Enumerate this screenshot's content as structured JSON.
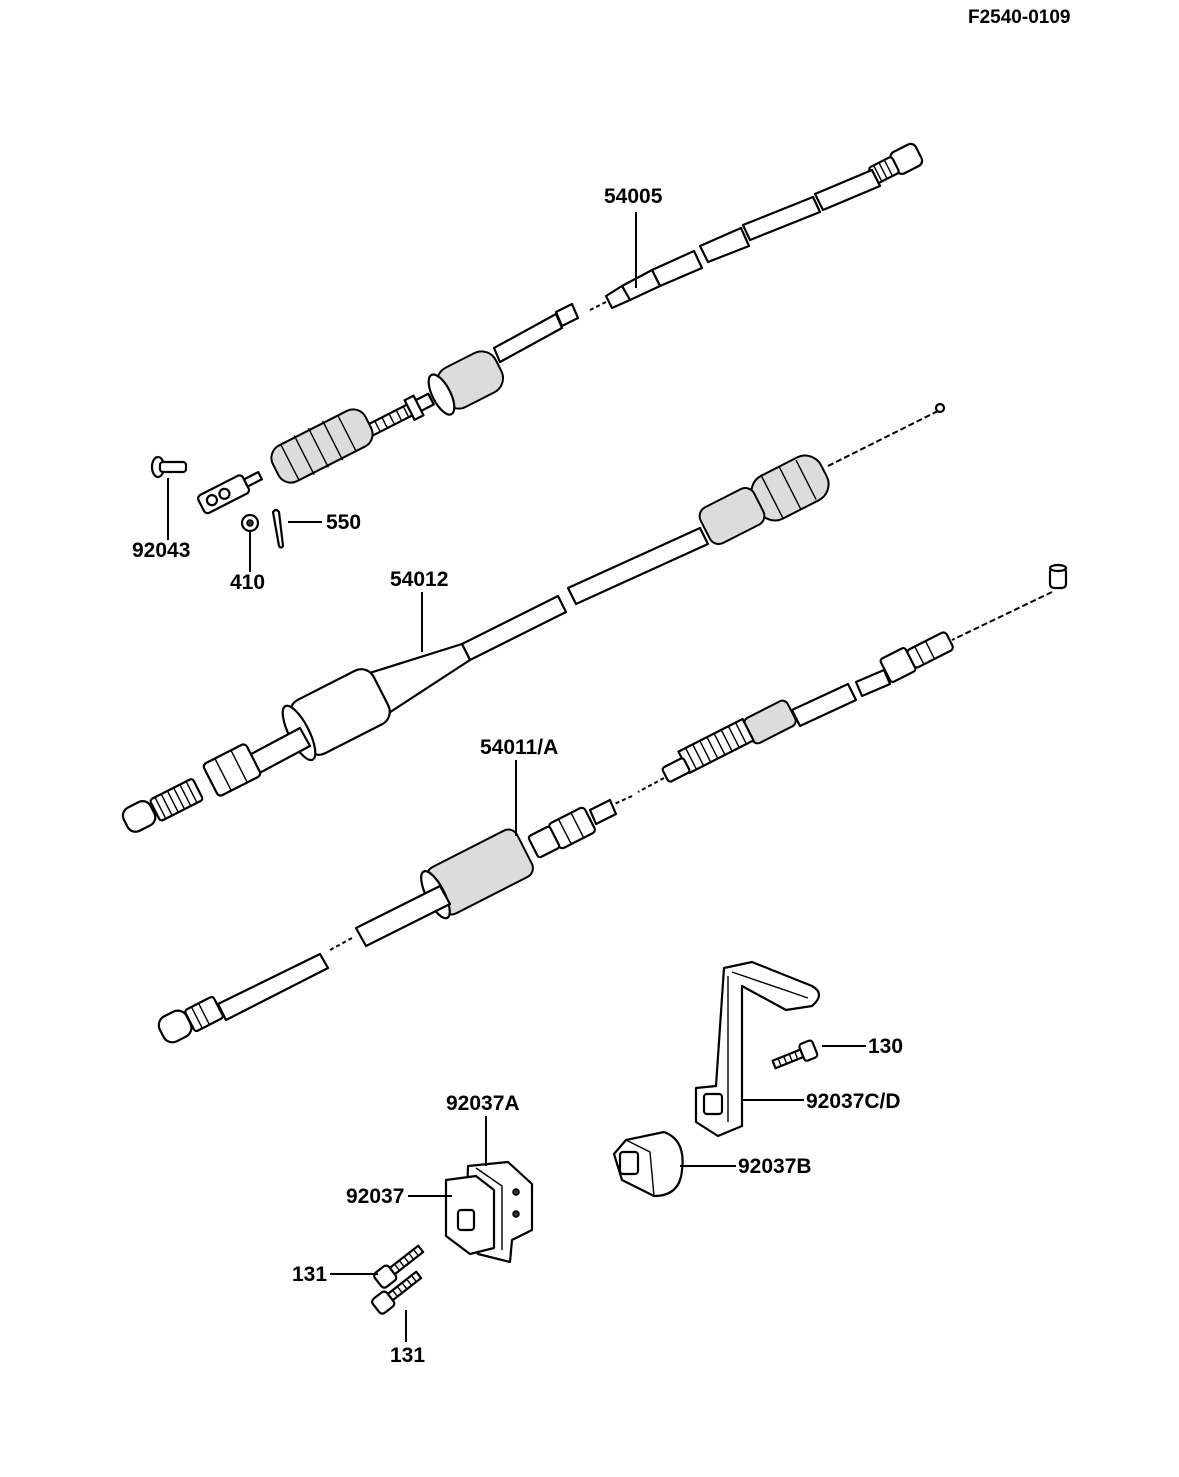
{
  "diagram_code": "F2540-0109",
  "labels": {
    "cable_54005": "54005",
    "cable_54012": "54012",
    "cable_54011a": "54011/A",
    "pin_92043": "92043",
    "washer_410": "410",
    "cotter_pin_550": "550",
    "bolt_130": "130",
    "clamp_92037cd": "92037C/D",
    "clamp_92037b": "92037B",
    "clamp_92037a": "92037A",
    "clamp_92037": "92037",
    "bolt_131_upper": "131",
    "bolt_131_lower": "131"
  }
}
